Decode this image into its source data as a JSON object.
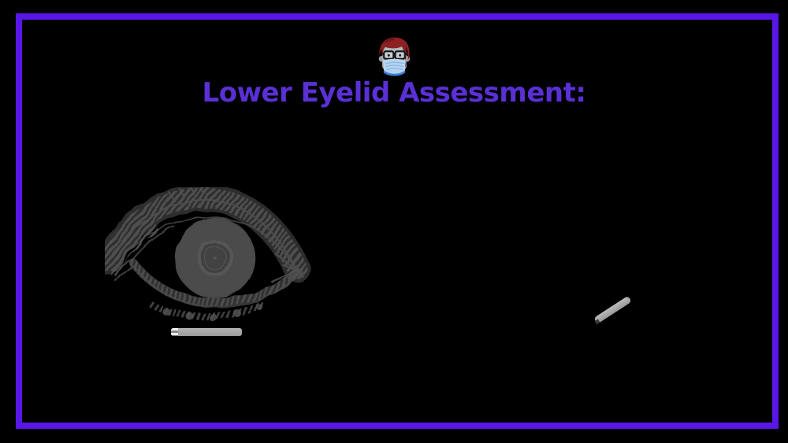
{
  "page": {
    "background_color": "#000000",
    "frame_color": "#5817e6"
  },
  "header": {
    "icon_name": "masked-doctor-emoji",
    "title": "Lower Eyelid Assessment:",
    "title_color": "#5a30d6"
  },
  "figure": {
    "name": "eye-pencil-sketch",
    "description": "Grayscale pencil sketch of a human eye",
    "stroke_color": "#4f4f4f",
    "fill_color": "#565656"
  },
  "marks": {
    "color": "#a6a6a6",
    "horizontal_mark_name": "pencil-mark-horizontal",
    "diagonal_mark_name": "pencil-mark-diagonal"
  },
  "emoji": {
    "hair_color": "#8c2023",
    "hair_shadow_color": "#6d1519",
    "face_color": "#b2b7bd",
    "face_shadow_color": "#9aa0a8",
    "glasses_color": "#17181a",
    "lens_color": "#ccd2d8",
    "mask_color": "#b5d3ee",
    "mask_fold_color": "#8db8e2",
    "mask_trim_color": "#3e7fd2"
  }
}
